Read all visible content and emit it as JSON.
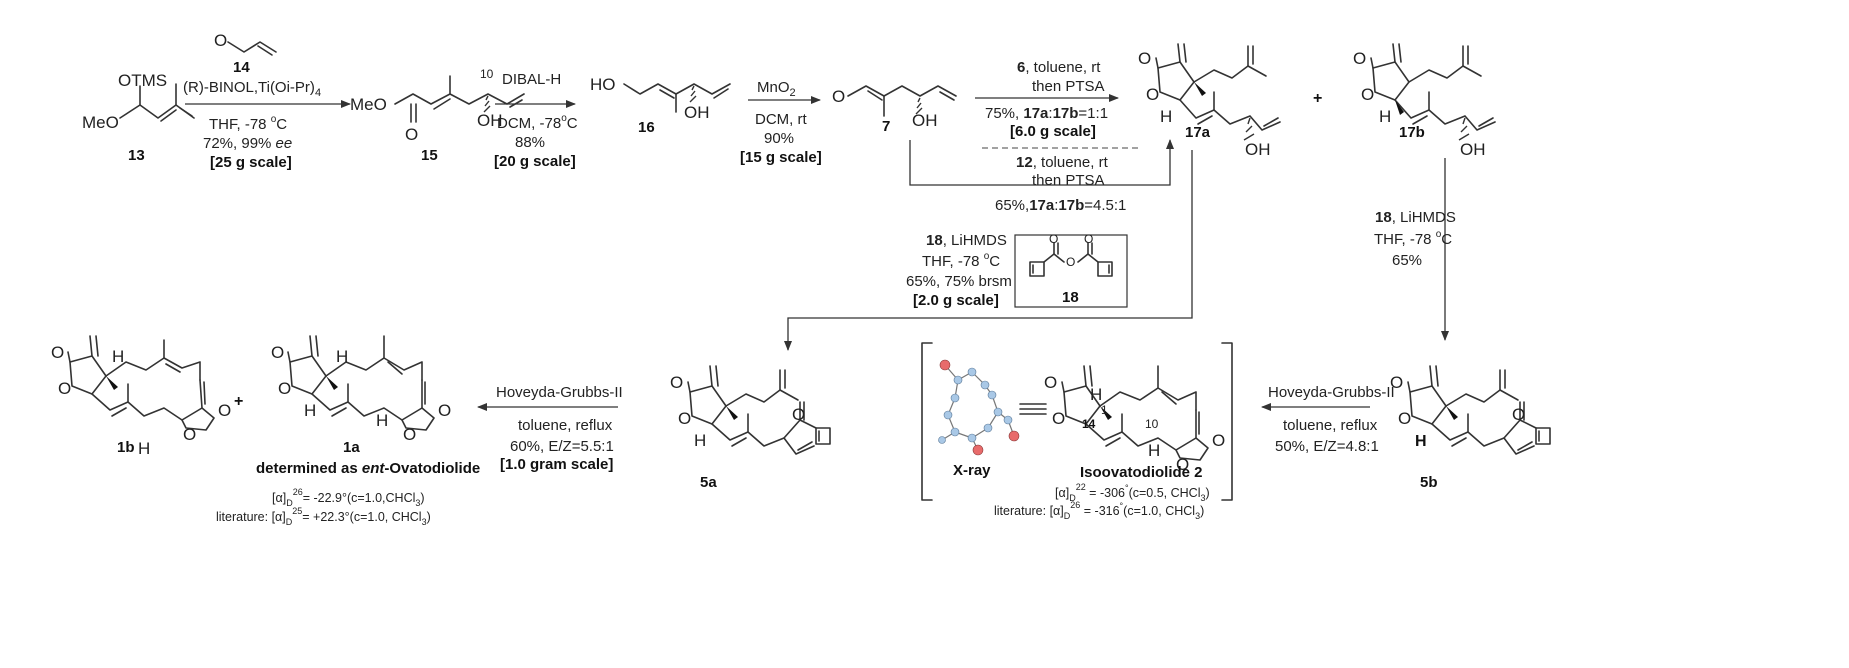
{
  "compounds": {
    "c13": "13",
    "c14": "14",
    "c15": "15",
    "c16": "16",
    "c7": "7",
    "c17a": "17a",
    "c17b": "17b",
    "c18": "18",
    "c5a": "5a",
    "c5b": "5b",
    "c1a": "1a",
    "c1b": "1b"
  },
  "atoms": {
    "otms": "OTMS",
    "meo": "MeO",
    "o": "O",
    "oh": "OH",
    "h": "H",
    "ho": "HO",
    "c10": "10",
    "c1": "1",
    "c14": "14",
    "plus": "+"
  },
  "step1": {
    "line1": "(R)-BINOL,Ti(Oi-Pr)",
    "line1_sub": "4",
    "line2": "THF, -78 ",
    "line2_sup": "o",
    "line2_end": "C",
    "line3": "72%, 99% ",
    "line3_it": "ee",
    "line4": "[25 g scale]"
  },
  "step2": {
    "line1": "DIBAL-H",
    "line2": "DCM, -78",
    "line2_sup": "o",
    "line2_end": "C",
    "line3": "88%",
    "line4": "[20 g scale]"
  },
  "step3": {
    "line1": "MnO",
    "line1_sub": "2",
    "line2": "DCM, rt",
    "line3": "90%",
    "line4": "[15 g scale]"
  },
  "step4": {
    "upper1_b": "6",
    "upper1": ", toluene, rt",
    "upper2": "then PTSA",
    "upper3_a": "75%, ",
    "upper3_b1": "17a",
    "upper3_c": ":",
    "upper3_b2": "17b",
    "upper3_d": "=1:1",
    "upper4": "[6.0 g scale]",
    "lower1_b": "12",
    "lower1": ", toluene, rt",
    "lower2": "then PTSA",
    "lower3_a": "65%,",
    "lower3_b1": "17a",
    "lower3_c": ":",
    "lower3_b2": "17b",
    "lower3_d": "=4.5:1"
  },
  "step5a": {
    "line1_b": "18",
    "line1": ", LiHMDS",
    "line2": "THF, -78 ",
    "line2_sup": "o",
    "line2_end": "C",
    "line3": "65%, 75% brsm",
    "line4": "[2.0 g scale]"
  },
  "step5b": {
    "line1_b": "18",
    "line1": ", LiHMDS",
    "line2": "THF, -78 ",
    "line2_sup": "o",
    "line2_end": "C",
    "line3": "65%"
  },
  "step6a": {
    "line1": "Hoveyda-Grubbs-II",
    "line2": "toluene, reflux",
    "line3": "60%, E/Z=5.5:1",
    "line4": "[1.0 gram scale]"
  },
  "step6b": {
    "line1": "Hoveyda-Grubbs-II",
    "line2": "toluene, reflux",
    "line3": "50%, E/Z=4.8:1"
  },
  "products": {
    "xray": "X-ray",
    "iso": "Isoovatodiolide 2",
    "iso_rot_a": "[α]",
    "iso_rot_d": "D",
    "iso_rot_t": "22",
    "iso_rot_v": " = -306",
    "iso_rot_deg": "°",
    "iso_rot_c": "(c=0.5, CHCl",
    "iso_rot_3": "3",
    "iso_rot_end": ")",
    "iso_lit_a": "literature: [α]",
    "iso_lit_d": "D",
    "iso_lit_t": "26",
    "iso_lit_v": " = -316",
    "iso_lit_deg": "°",
    "iso_lit_c": "(c=1.0, CHCl",
    "iso_lit_3": "3",
    "iso_lit_end": ")",
    "ovato_a": "determined as ",
    "ovato_it": "ent",
    "ovato_b": "-Ovatodiolide",
    "ova_rot_a": "[α]",
    "ova_rot_d": "D",
    "ova_rot_t": "26",
    "ova_rot_v": "= -22.9°(c=1.0,CHCl",
    "ova_rot_3": "3",
    "ova_rot_end": ")",
    "ova_lit_a": "literature: [α]",
    "ova_lit_d": "D",
    "ova_lit_t": "25",
    "ova_lit_v": "= +22.3°(c=1.0, CHCl",
    "ova_lit_3": "3",
    "ova_lit_end": ")"
  }
}
